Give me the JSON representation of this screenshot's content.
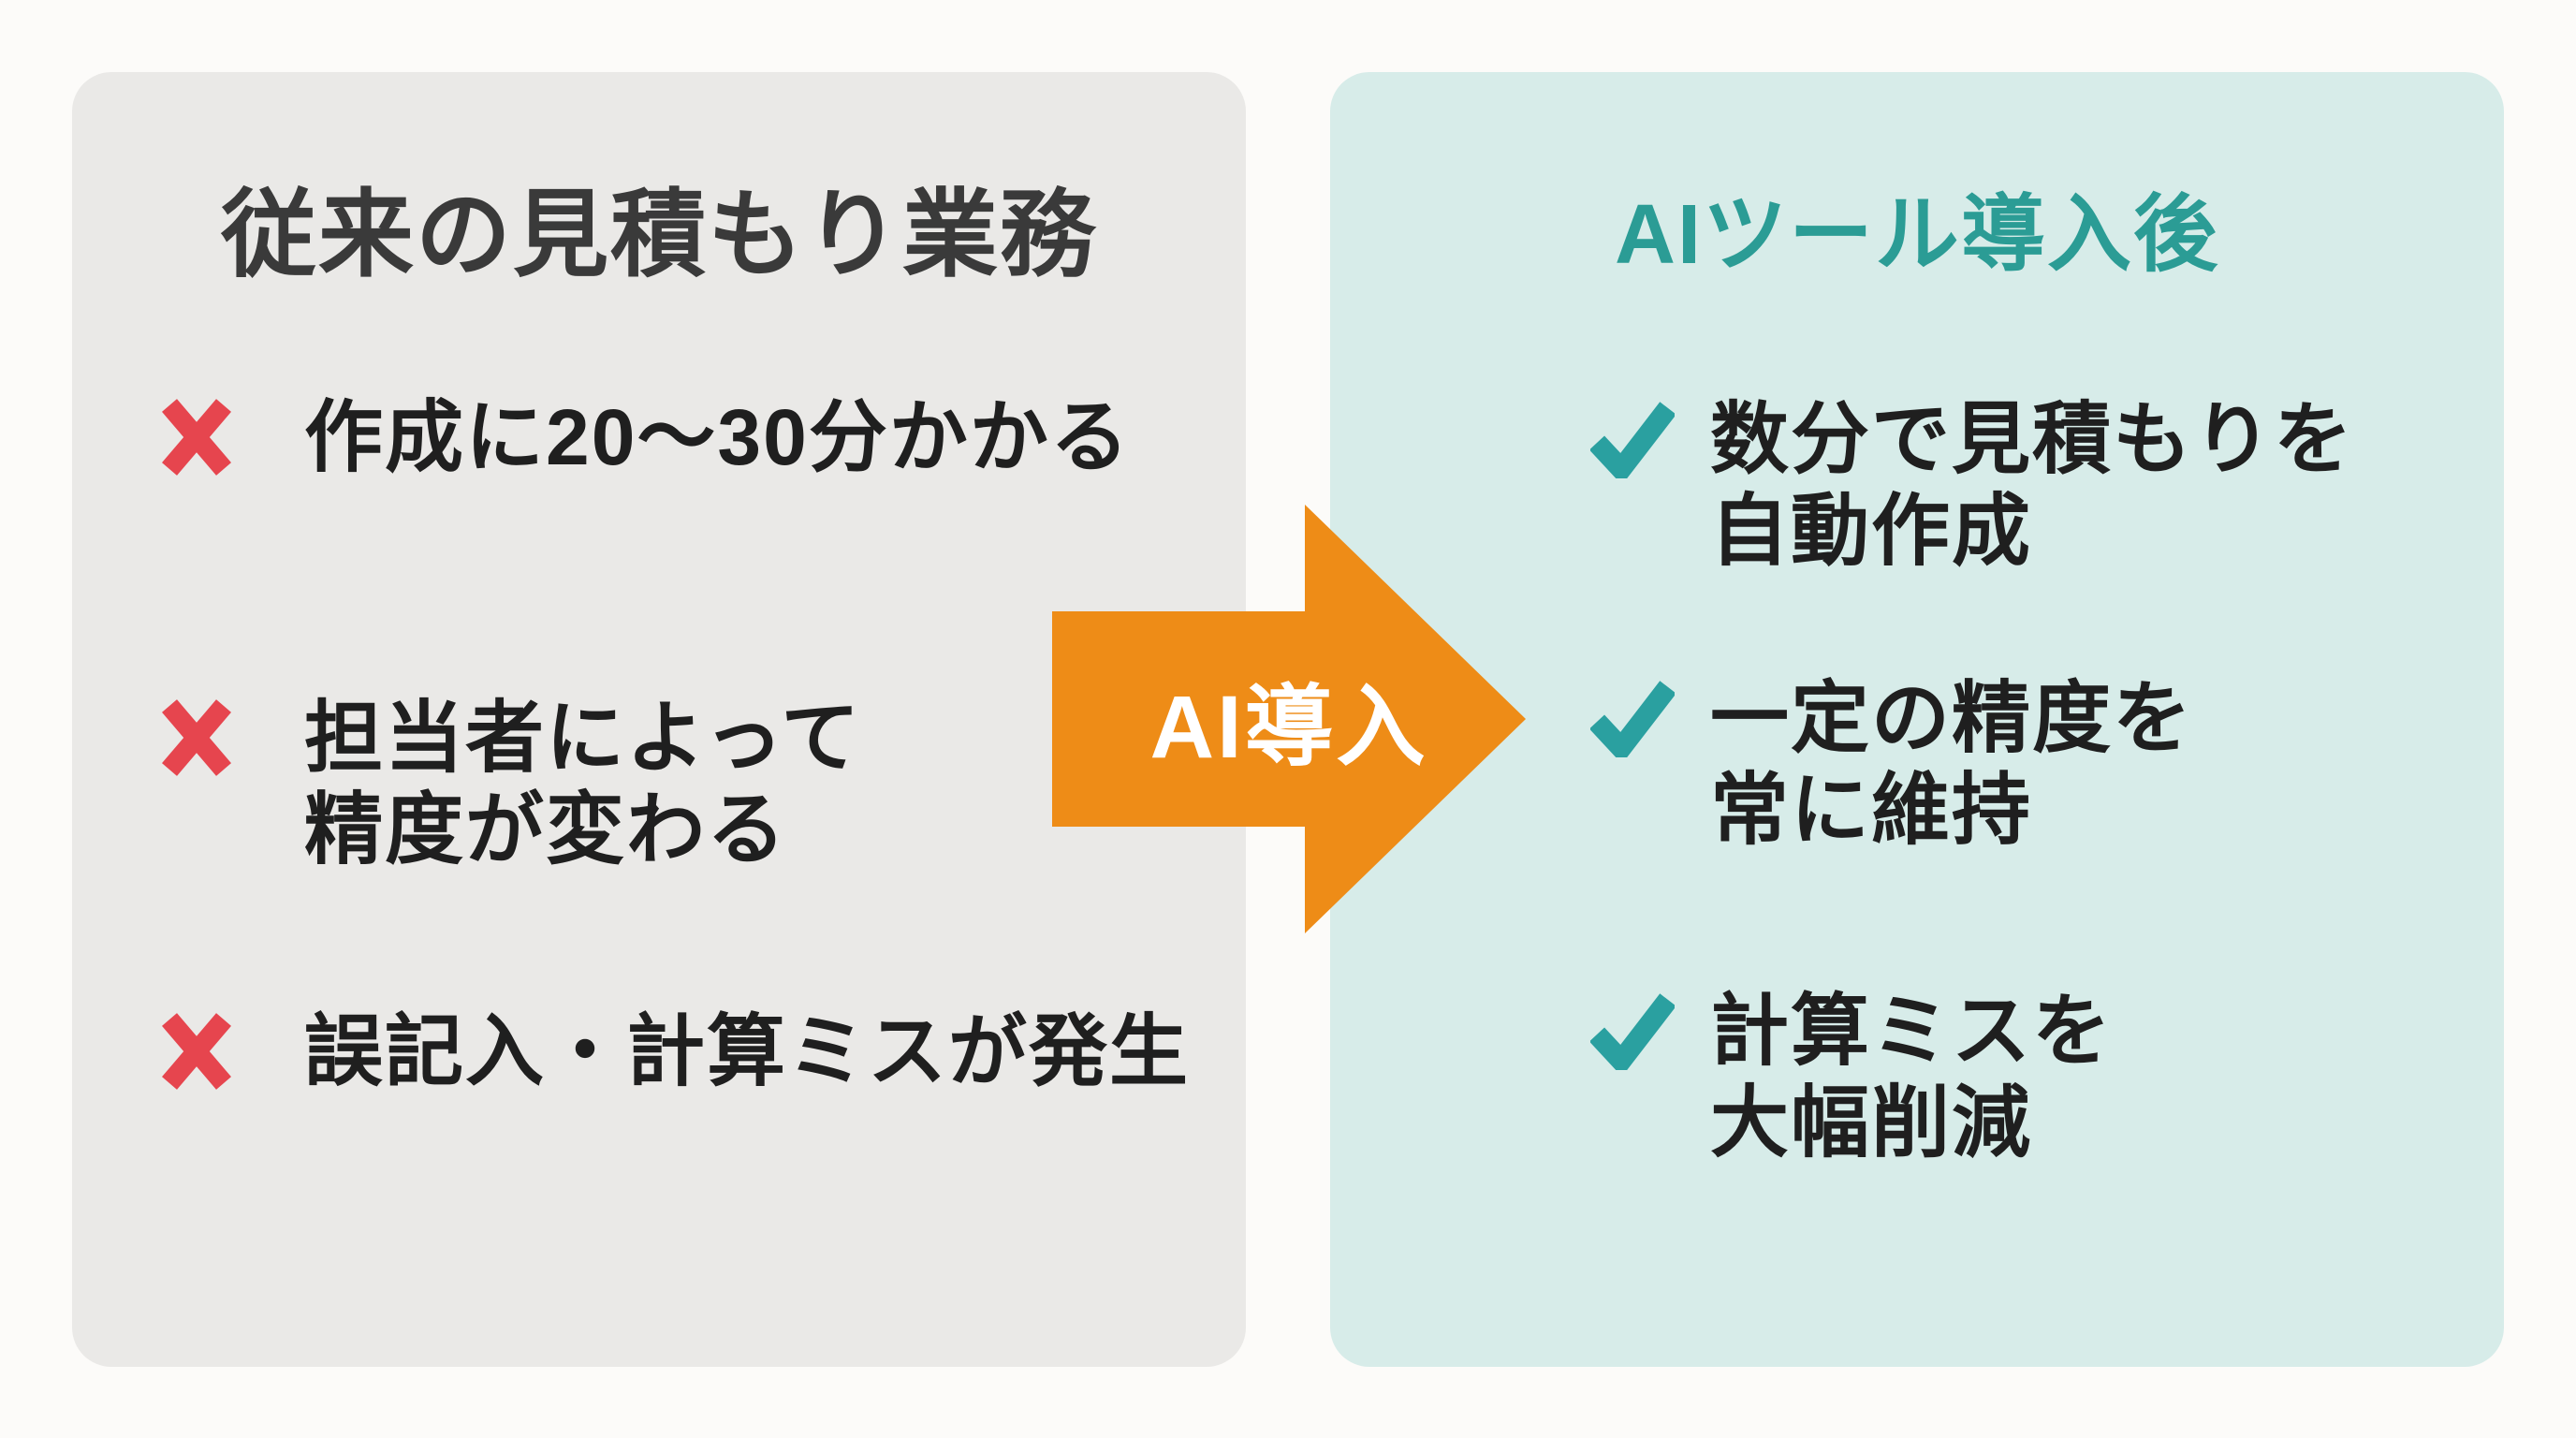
{
  "page": {
    "background": "#fcfbf9"
  },
  "left_panel": {
    "title": "従来の見積もり業務",
    "background": "#eae9e7",
    "title_color": "#3a3a3a",
    "items": [
      {
        "icon": "cross-icon",
        "lines": [
          "作成に20〜30分かかる",
          ""
        ]
      },
      {
        "icon": "cross-icon",
        "lines": [
          "担当者によって",
          "精度が変わる"
        ]
      },
      {
        "icon": "cross-icon",
        "lines": [
          "誤記入・計算ミスが発生",
          ""
        ]
      }
    ]
  },
  "arrow": {
    "label": "AI導入",
    "color": "#ee8c17",
    "text_color": "#ffffff"
  },
  "right_panel": {
    "title": "AIツール導入後",
    "background": "#d7ece9",
    "title_color": "#2b9c95",
    "items": [
      {
        "icon": "check-icon",
        "lines": [
          "数分で見積もりを",
          "自動作成"
        ]
      },
      {
        "icon": "check-icon",
        "lines": [
          "一定の精度を",
          "常に維持"
        ]
      },
      {
        "icon": "check-icon",
        "lines": [
          "計算ミスを",
          "大幅削減"
        ]
      }
    ]
  },
  "colors": {
    "cross": "#e6454e",
    "check": "#2aa0a0",
    "body_text": "#1f1f1f"
  }
}
